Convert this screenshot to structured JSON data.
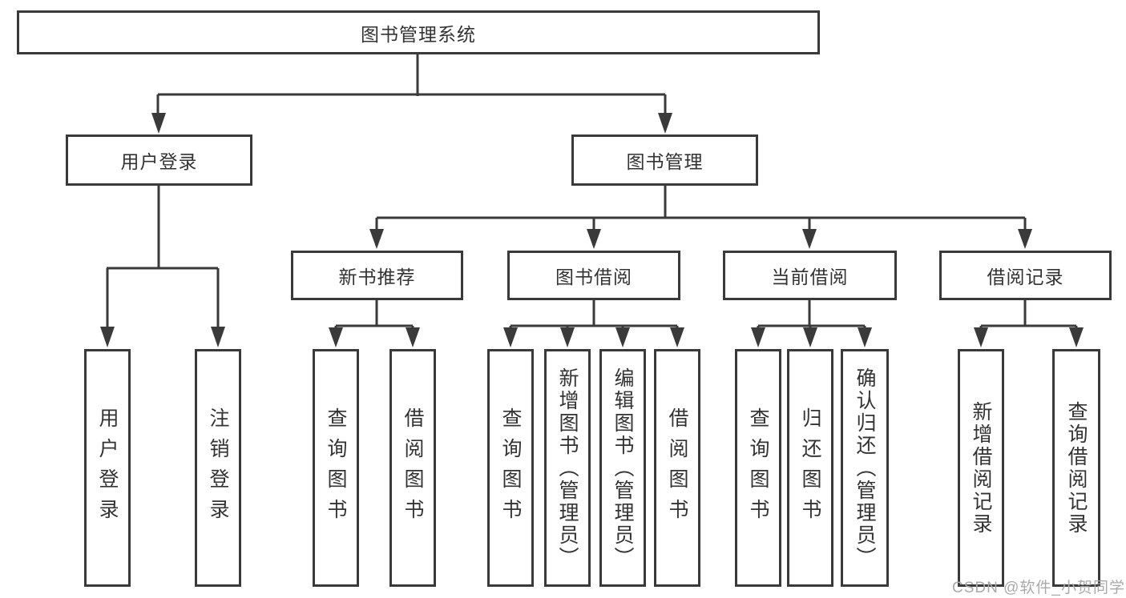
{
  "diagram_type": "hierarchy",
  "colors": {
    "line": "#3a3a3a",
    "box_border": "#3a3a3a",
    "text": "#333333",
    "watermark": "#a9a9a9",
    "background": "#ffffff"
  },
  "tree": {
    "label": "图书管理系统",
    "children": [
      {
        "label": "用户登录",
        "children": [
          {
            "label": "用户登录"
          },
          {
            "label": "注销登录"
          }
        ]
      },
      {
        "label": "图书管理",
        "children": [
          {
            "label": "新书推荐",
            "children": [
              {
                "label": "查询图书"
              },
              {
                "label": "借阅图书"
              }
            ]
          },
          {
            "label": "图书借阅",
            "children": [
              {
                "label": "查询图书"
              },
              {
                "label": "新增图书（管理员）"
              },
              {
                "label": "编辑图书（管理员）"
              },
              {
                "label": "借阅图书"
              }
            ]
          },
          {
            "label": "当前借阅",
            "children": [
              {
                "label": "查询图书"
              },
              {
                "label": "归还图书"
              },
              {
                "label": "确认归还（管理员）"
              }
            ]
          },
          {
            "label": "借阅记录",
            "children": [
              {
                "label": "新增借阅记录"
              },
              {
                "label": "查询借阅记录"
              }
            ]
          }
        ]
      }
    ]
  },
  "watermark": {
    "text": "CSDN @软件_小贺同学"
  }
}
